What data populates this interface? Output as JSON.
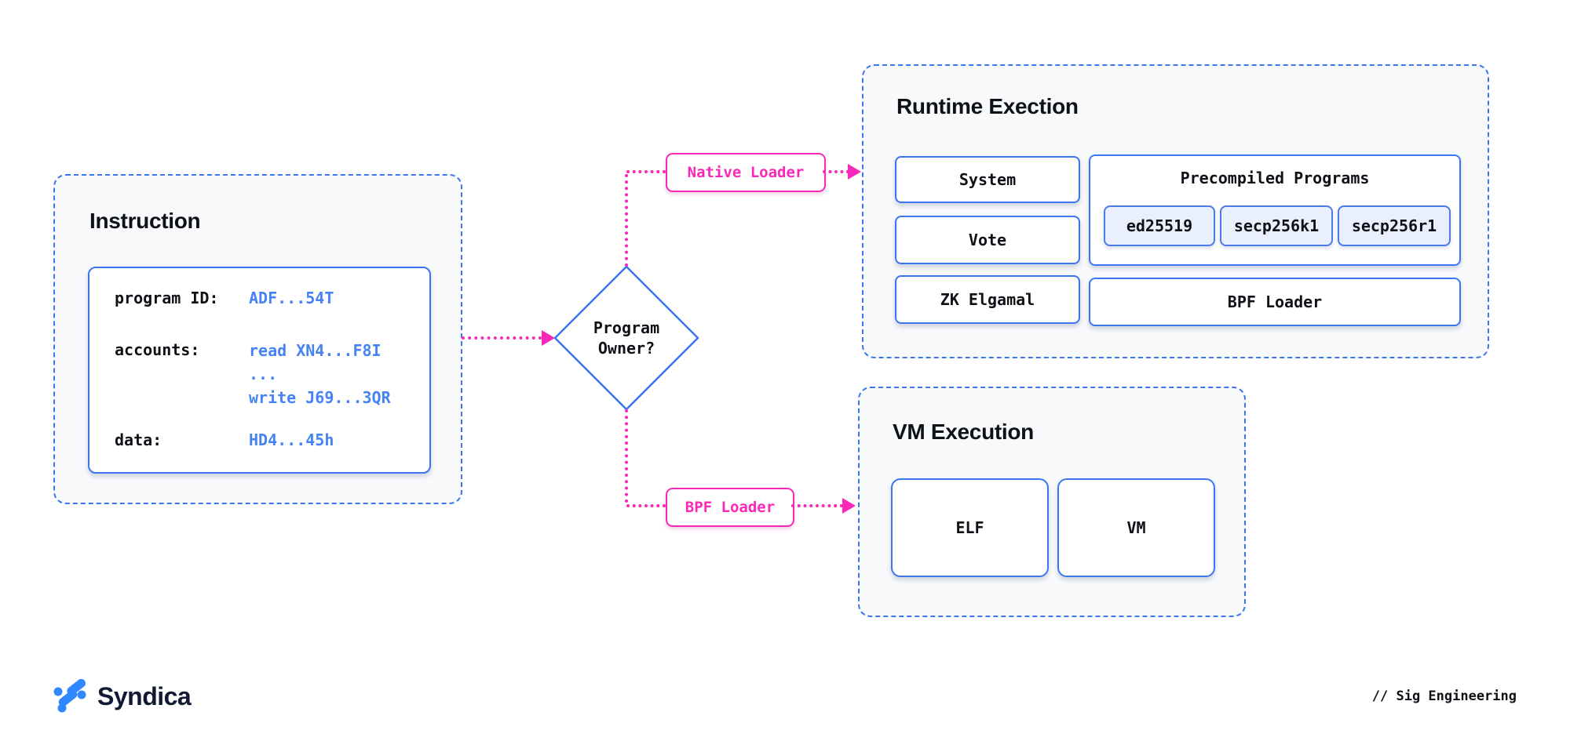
{
  "diagram": {
    "instruction": {
      "title": "Instruction",
      "fields": [
        {
          "label": "program ID:",
          "value": "ADF...54T"
        },
        {
          "label": "accounts:",
          "lines": [
            "read XN4...F8I",
            "...",
            "write J69...3QR"
          ]
        },
        {
          "label": "data:",
          "value": "HD4...45h"
        }
      ]
    },
    "decision": {
      "line1": "Program",
      "line2": "Owner?"
    },
    "edges": {
      "native_loader_label": "Native Loader",
      "bpf_loader_label": "BPF Loader"
    },
    "runtime": {
      "title": "Runtime Exection",
      "programs": [
        "System",
        "Vote",
        "ZK Elgamal"
      ],
      "precompiled": {
        "title": "Precompiled Programs",
        "chips": [
          "ed25519",
          "secp256k1",
          "secp256r1"
        ]
      },
      "bpf_loader": "BPF Loader"
    },
    "vm": {
      "title": "VM Execution",
      "boxes": [
        "ELF",
        "VM"
      ]
    }
  },
  "footer": {
    "brand": "Syndica",
    "credit": "// Sig Engineering"
  },
  "icons": {
    "brand_mark": "syndica-logo-icon"
  },
  "colors": {
    "accent_blue": "#3B76F0",
    "value_blue": "#4583F4",
    "accent_pink": "#FA28B8",
    "panel_fill": "#F8F9FB",
    "chip_fill": "#E9EFFC",
    "text_dark": "#0E1116",
    "brand_navy": "#111A33",
    "brand_blue": "#2F88FF"
  }
}
